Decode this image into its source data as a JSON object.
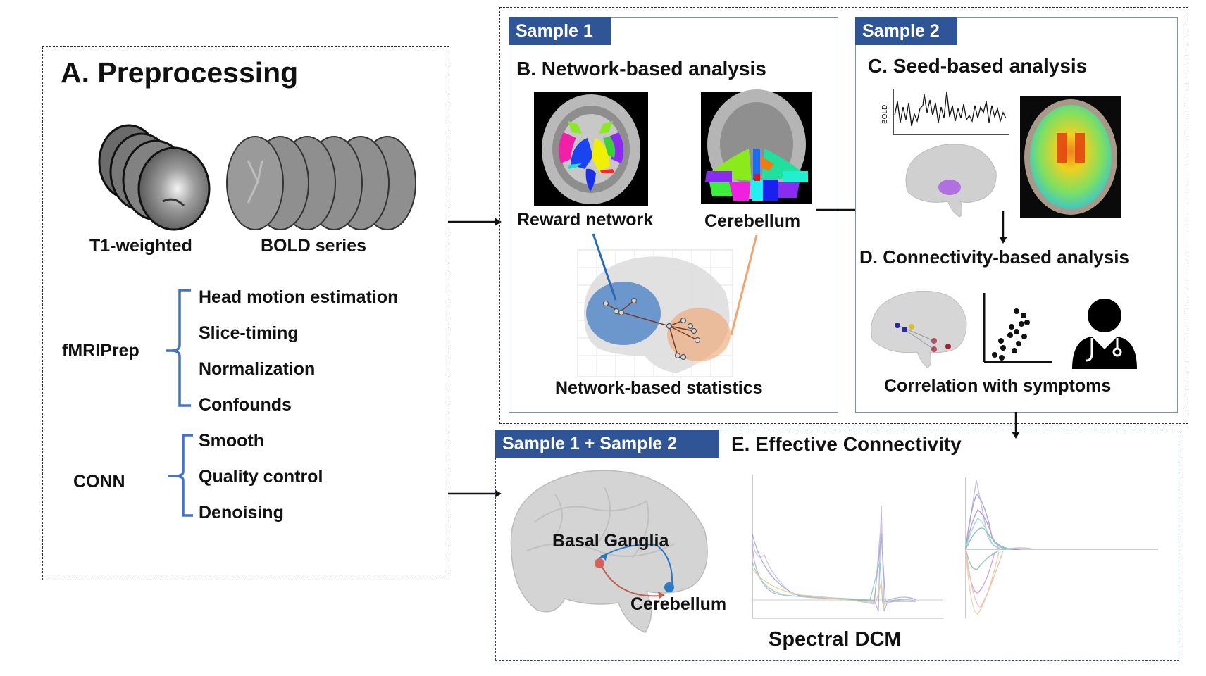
{
  "preprocessing": {
    "title": "A. Preprocessing",
    "images": [
      "T1-weighted",
      "BOLD series"
    ],
    "tools": [
      {
        "name": "fMRIPrep",
        "steps": [
          "Head motion estimation",
          "Slice-timing",
          "Normalization",
          "Confounds"
        ]
      },
      {
        "name": "CONN",
        "steps": [
          "Smooth",
          "Quality control",
          "Denoising"
        ]
      }
    ]
  },
  "sample1": {
    "tag": "Sample 1",
    "title": "B. Network-based analysis",
    "labels": [
      "Reward network",
      "Cerebellum"
    ],
    "caption": "Network-based statistics"
  },
  "sample2": {
    "tag": "Sample 2",
    "seed_title": "C. Seed-based analysis",
    "bold_axis_label": "BOLD",
    "conn_title": "D. Connectivity-based analysis",
    "caption": "Correlation with symptoms"
  },
  "combined": {
    "tag": "Sample 1 + Sample 2",
    "title": "E. Effective Connectivity",
    "regions": [
      "Basal Ganglia",
      "Cerebellum"
    ],
    "caption": "Spectral DCM"
  },
  "colors": {
    "tag_blue": "#2f5597",
    "bracket_blue": "#4472c4",
    "reward_blue": "#3b78c4",
    "cerebellum_orange": "#f2a46e"
  }
}
